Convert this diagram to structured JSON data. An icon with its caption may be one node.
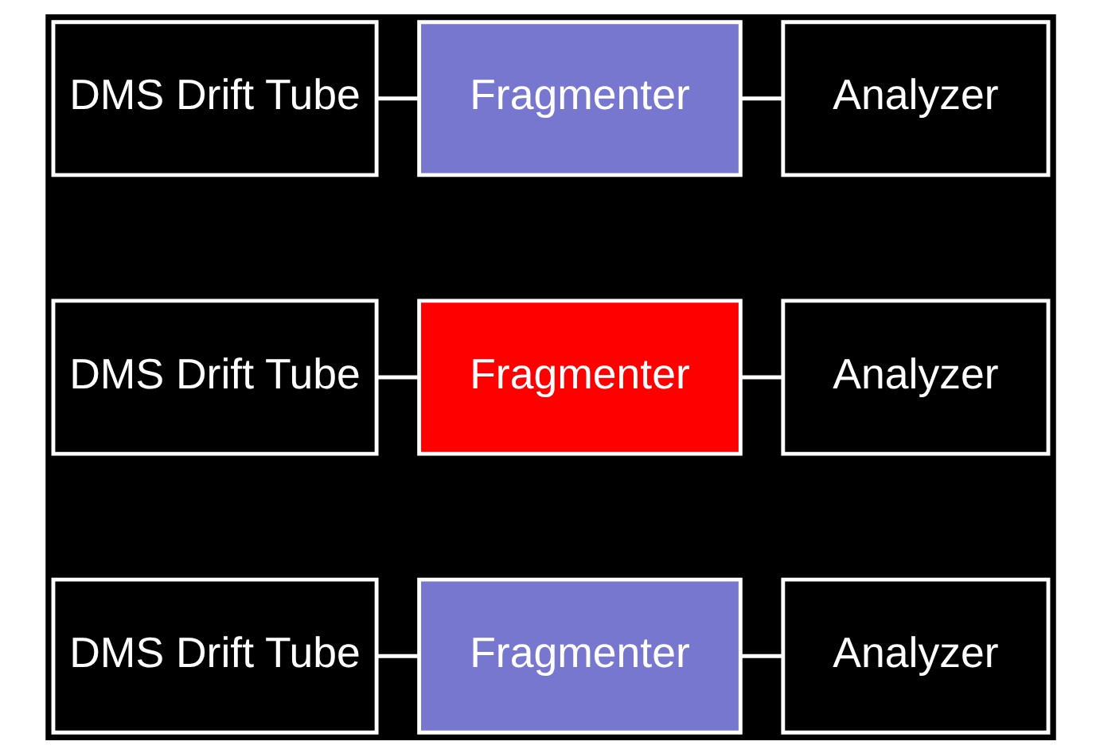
{
  "diagram": {
    "nodes": [
      {
        "text": [
          "DMS Drift Tube"
        ]
      },
      {
        "text": [
          "Fragmenter"
        ]
      },
      {
        "text": [
          "Analyzer"
        ]
      },
      {
        "text": [
          "DMS Drift Tube"
        ]
      },
      {
        "text": [
          "Fragmenter"
        ]
      },
      {
        "text": [
          "Analyzer"
        ]
      },
      {
        "text": [
          "DMS Drift Tube"
        ]
      },
      {
        "text": [
          "Fragmenter"
        ]
      },
      {
        "text": [
          "Analyzer"
        ]
      }
    ],
    "edges": [
      {
        "from": 0,
        "to": 1,
        "arrow": "none"
      },
      {
        "from": 1,
        "to": 2,
        "arrow": "none"
      },
      {
        "from": 3,
        "to": 4,
        "arrow": "none"
      },
      {
        "from": 4,
        "to": 5,
        "arrow": "none"
      },
      {
        "from": 6,
        "to": 7,
        "arrow": "none"
      },
      {
        "from": 7,
        "to": 8,
        "arrow": "none"
      }
    ]
  }
}
